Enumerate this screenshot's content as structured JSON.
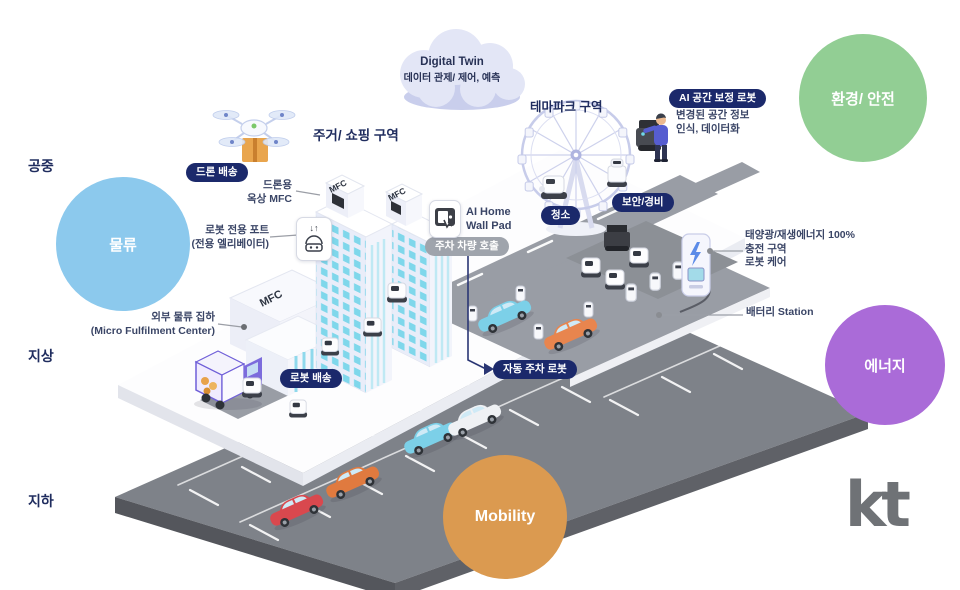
{
  "layers": {
    "air": "공중",
    "ground": "지상",
    "underground": "지하"
  },
  "domains": {
    "logistics": {
      "label": "물류",
      "color": "#8CC9ED"
    },
    "environment": {
      "label": "환경/ 안전",
      "color": "#92CE94"
    },
    "energy": {
      "label": "에너지",
      "color": "#AA6BD8"
    },
    "mobility": {
      "label": "Mobility",
      "color": "#DB9A50"
    }
  },
  "cloud": {
    "title": "Digital Twin",
    "subtitle": "데이터 관제/ 제어, 예측"
  },
  "zones": {
    "residential_shopping": "주거/ 쇼핑 구역",
    "theme_park": "테마파크 구역"
  },
  "badges": {
    "drone_delivery": "드론 배송",
    "cleaning": "청소",
    "security": "보안/경비",
    "ai_space_robot": "AI 공간 보정 로봇",
    "robot_delivery": "로봇 배송",
    "auto_parking_robot": "자동 주차 로봇",
    "car_call": "주차 차량 호출"
  },
  "callouts": {
    "rooftop_mfc": [
      "드론용",
      "옥상 MFC"
    ],
    "robot_port": [
      "로봇 전용 포트",
      "(전용 엘리베이터)"
    ],
    "external_logistics": [
      "외부 물류 집하",
      "(Micro Fulfilment Center)"
    ],
    "wall_pad": [
      "AI Home",
      "Wall Pad"
    ],
    "ai_space_desc": [
      "변경된 공간 정보",
      "인식, 데이터화"
    ],
    "charging_zone": [
      "태양광/재생에너지 100%",
      "충전 구역",
      "로봇 케어"
    ],
    "battery_station": "배터리 Station"
  },
  "signs": {
    "mfc": "MFC"
  },
  "icons": {
    "port_arrows": "↓↑"
  },
  "logo": {
    "text": "kt",
    "color": "#6F7276"
  }
}
